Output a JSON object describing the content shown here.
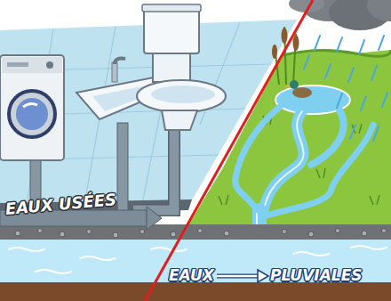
{
  "diagram": {
    "labels": [
      "EAUX USÉES",
      "EAUX",
      "PLUVIALES"
    ]
  }
}
